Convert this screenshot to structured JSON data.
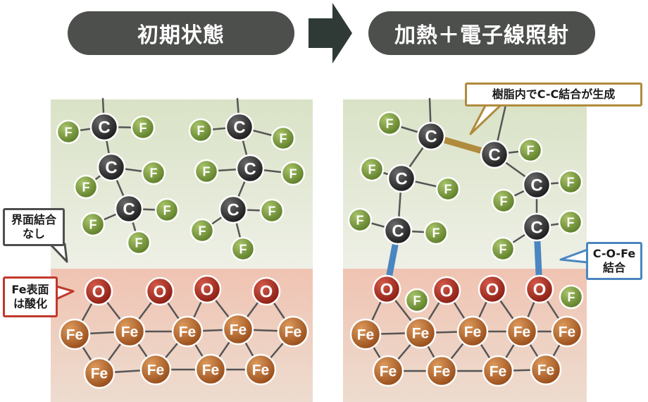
{
  "header": {
    "left_label": "初期状態",
    "right_label": "加熱＋電子線照射"
  },
  "callouts": {
    "no_bond": {
      "line1": "界面結合",
      "line2": "なし"
    },
    "oxidized": {
      "line1": "Fe表面",
      "line2": "は酸化"
    },
    "cc_bond": "樹脂内でC-C結合が生成",
    "cofe_bond": {
      "line1": "C-O-Fe",
      "line2": "結合"
    }
  },
  "atom_labels": {
    "carbon": "C",
    "fluorine": "F",
    "oxygen": "O",
    "iron": "Fe"
  },
  "colors": {
    "header_pill": "#4d4f4c",
    "resin_bg": "#e4ead8",
    "metal_bg": "#ecd2c6",
    "carbon": "#2b2b2b",
    "fluorine": "#7a9a3c",
    "oxygen": "#a52a1e",
    "iron": "#b5652a",
    "cc_bond_highlight": "#b08b3c",
    "cofe_bond_highlight": "#4a86c0",
    "no_bond_border": "#4d4f4c",
    "oxidized_border": "#c0392b"
  }
}
